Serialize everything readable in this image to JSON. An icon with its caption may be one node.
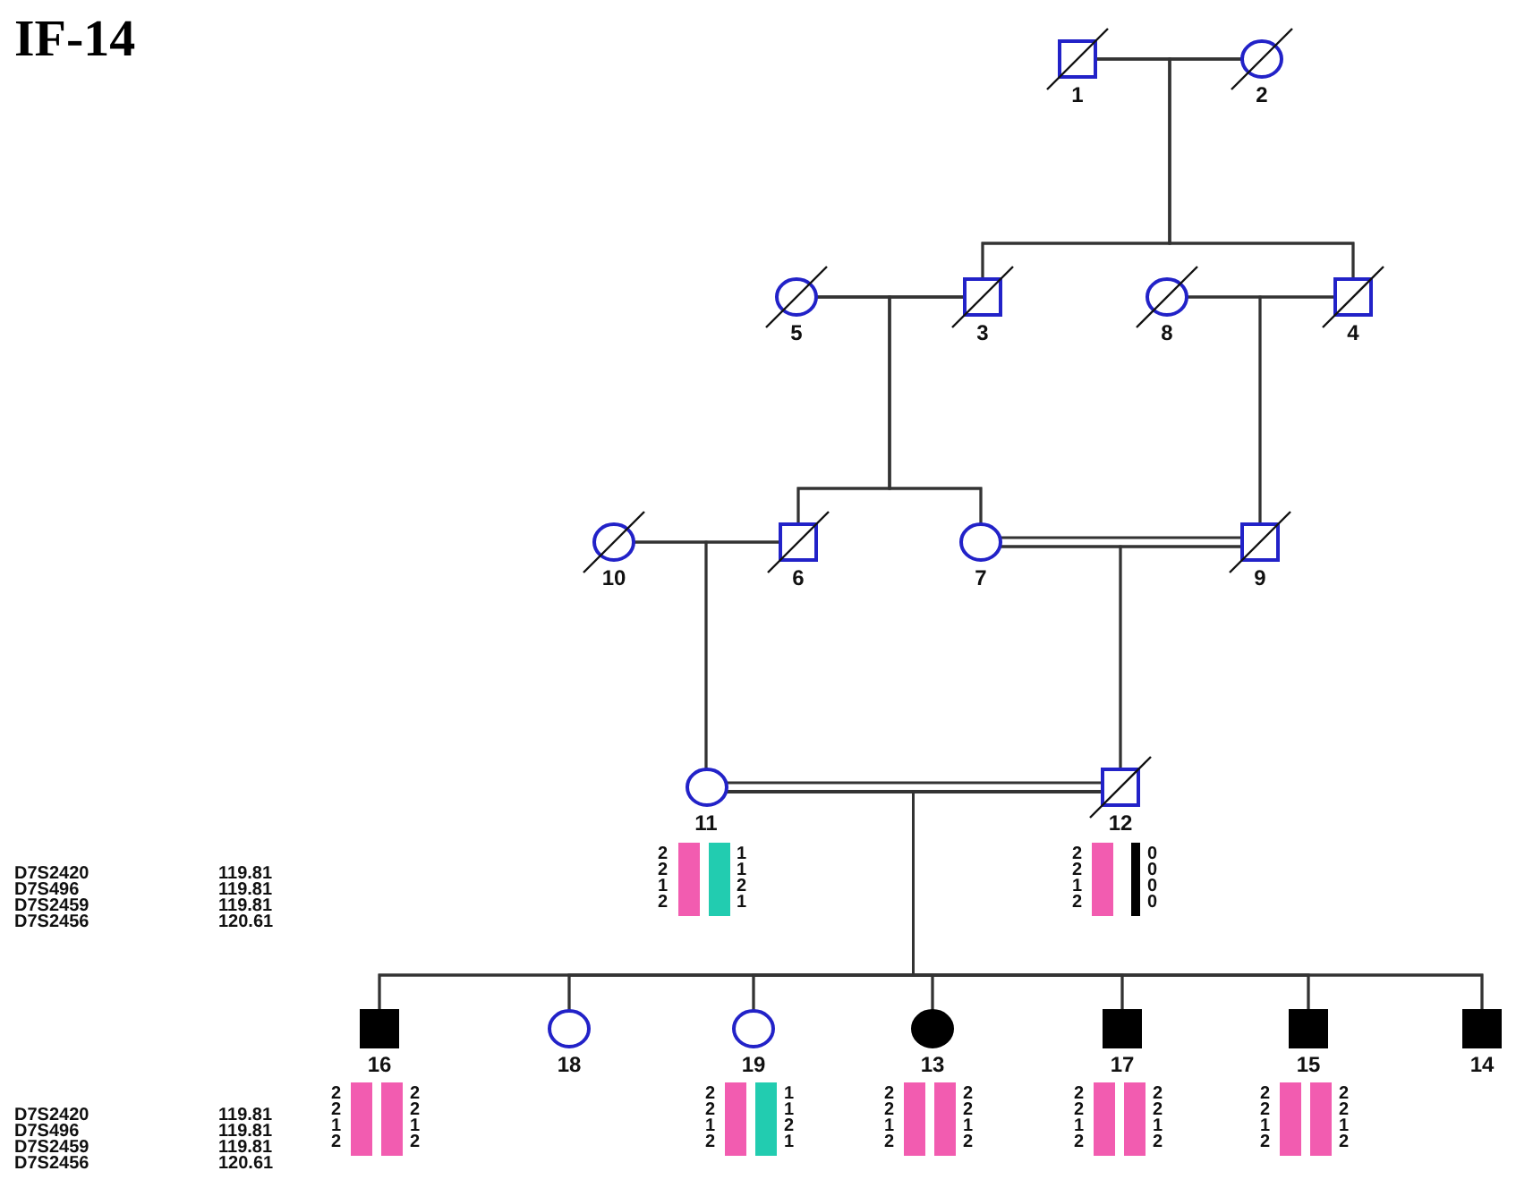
{
  "diagram": {
    "title": "IF-14",
    "nodes": [
      {
        "text": [],
        "shape": "box",
        "beside": [
          "1"
        ]
      },
      {
        "text": [],
        "shape": "circle",
        "beside": [
          "2"
        ]
      },
      {
        "text": [],
        "shape": "circle",
        "beside": [
          "5"
        ]
      },
      {
        "text": [],
        "shape": "box",
        "beside": [
          "3"
        ]
      },
      {
        "text": [],
        "shape": "circle",
        "beside": [
          "8"
        ]
      },
      {
        "text": [],
        "shape": "box",
        "beside": [
          "4"
        ]
      },
      {
        "text": [],
        "shape": "circle",
        "beside": [
          "10"
        ]
      },
      {
        "text": [],
        "shape": "box",
        "beside": [
          "6"
        ]
      },
      {
        "text": [],
        "shape": "circle",
        "beside": [
          "7"
        ]
      },
      {
        "text": [],
        "shape": "box",
        "beside": [
          "9"
        ]
      },
      {
        "text": [],
        "shape": "circle",
        "beside": [
          "11",
          "2 2 1 2",
          "1 1 2 1"
        ]
      },
      {
        "text": [],
        "shape": "box",
        "beside": [
          "12",
          "2 2 1 2",
          "0 0 0 0"
        ]
      },
      {
        "text": [],
        "shape": "box",
        "beside": [
          "16",
          "2 2 1 2",
          "2 2 1 2"
        ]
      },
      {
        "text": [],
        "shape": "circle",
        "beside": [
          "18"
        ]
      },
      {
        "text": [],
        "shape": "circle",
        "beside": [
          "19",
          "2 2 1 2",
          "1 1 2 1"
        ]
      },
      {
        "text": [],
        "shape": "circle",
        "beside": [
          "13",
          "2 2 1 2",
          "2 2 1 2"
        ]
      },
      {
        "text": [],
        "shape": "box",
        "beside": [
          "17",
          "2 2 1 2",
          "2 2 1 2"
        ]
      },
      {
        "text": [],
        "shape": "box",
        "beside": [
          "15",
          "2 2 1 2",
          "2 2 1 2"
        ]
      },
      {
        "text": [],
        "shape": "box",
        "beside": [
          "14"
        ]
      }
    ],
    "edges": [
      {
        "from": 0,
        "to": 1,
        "arrow": "none"
      },
      {
        "from": 2,
        "to": 3,
        "arrow": "none"
      },
      {
        "from": 4,
        "to": 5,
        "arrow": "none"
      },
      {
        "from": 6,
        "to": 7,
        "arrow": "none"
      },
      {
        "from": 8,
        "to": 9,
        "arrow": "none"
      },
      {
        "from": 10,
        "to": 11,
        "arrow": "none"
      },
      {
        "from": 0,
        "to": 3,
        "arrow": "none"
      },
      {
        "from": 1,
        "to": 3,
        "arrow": "none"
      },
      {
        "from": 0,
        "to": 5,
        "arrow": "none"
      },
      {
        "from": 1,
        "to": 5,
        "arrow": "none"
      },
      {
        "from": 2,
        "to": 7,
        "arrow": "none"
      },
      {
        "from": 3,
        "to": 7,
        "arrow": "none"
      },
      {
        "from": 2,
        "to": 8,
        "arrow": "none"
      },
      {
        "from": 3,
        "to": 8,
        "arrow": "none"
      },
      {
        "from": 4,
        "to": 9,
        "arrow": "none"
      },
      {
        "from": 5,
        "to": 9,
        "arrow": "none"
      },
      {
        "from": 6,
        "to": 10,
        "arrow": "none"
      },
      {
        "from": 7,
        "to": 10,
        "arrow": "none"
      },
      {
        "from": 8,
        "to": 11,
        "arrow": "none"
      },
      {
        "from": 9,
        "to": 11,
        "arrow": "none"
      },
      {
        "from": 10,
        "to": 12,
        "arrow": "none"
      },
      {
        "from": 11,
        "to": 12,
        "arrow": "none"
      },
      {
        "from": 10,
        "to": 13,
        "arrow": "none"
      },
      {
        "from": 11,
        "to": 13,
        "arrow": "none"
      },
      {
        "from": 10,
        "to": 14,
        "arrow": "none"
      },
      {
        "from": 11,
        "to": 14,
        "arrow": "none"
      },
      {
        "from": 10,
        "to": 15,
        "arrow": "none"
      },
      {
        "from": 11,
        "to": 15,
        "arrow": "none"
      },
      {
        "from": 10,
        "to": 16,
        "arrow": "none"
      },
      {
        "from": 11,
        "to": 16,
        "arrow": "none"
      },
      {
        "from": 10,
        "to": 17,
        "arrow": "none"
      },
      {
        "from": 11,
        "to": 17,
        "arrow": "none"
      },
      {
        "from": 10,
        "to": 18,
        "arrow": "none"
      },
      {
        "from": 11,
        "to": 18,
        "arrow": "none"
      }
    ],
    "labels": [
      "D7S2420",
      "119.81",
      "D7S496",
      "119.81",
      "D7S2459",
      "119.81",
      "D7S2456",
      "120.61",
      "D7S2420",
      "119.81",
      "D7S496",
      "119.81",
      "D7S2459",
      "119.81",
      "D7S2456",
      "120.61"
    ]
  }
}
